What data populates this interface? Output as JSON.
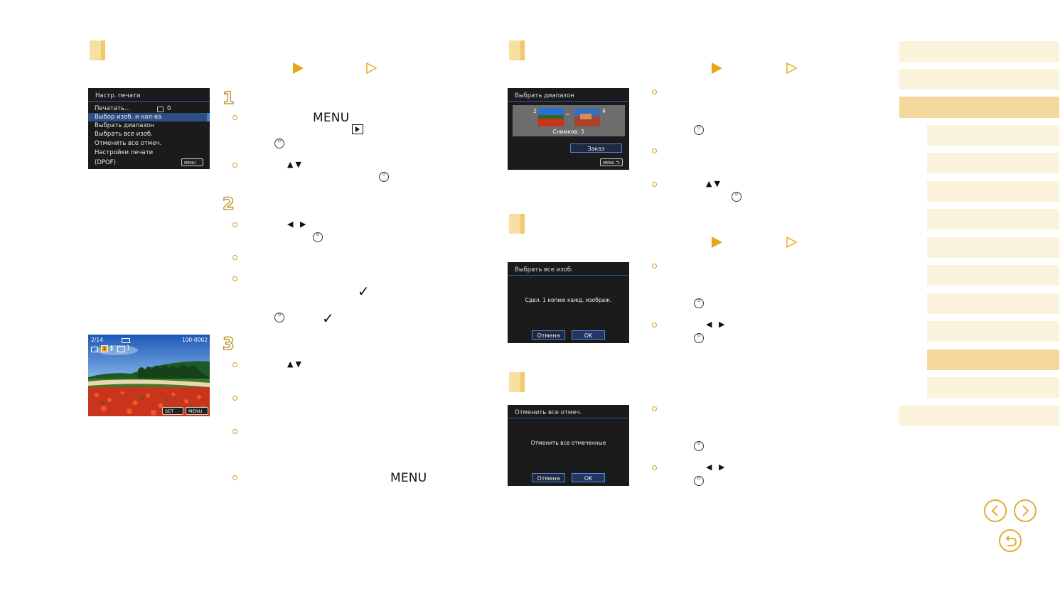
{
  "camera_menu": {
    "title": "Настр. печати",
    "print_label": "Печатать...",
    "print_count": "0",
    "items": [
      "Выбор изоб. и кол-ва",
      "Выбрать диапазон",
      "Выбрать все изоб.",
      "Отменить все отмеч.",
      "Настройки печати"
    ],
    "footer_left": "(DPOF)",
    "footer_badge": "MENU"
  },
  "instructions": {
    "menu_word_1": "MENU",
    "menu_word_2": "MENU",
    "step_1": "1",
    "step_2": "2",
    "step_3": "3",
    "check_mark": "✓"
  },
  "playback_screen": {
    "counter": "2/14",
    "file_number": "100-0002",
    "copies_value": "1",
    "copies_right": "1",
    "set_badge": "SET",
    "ok_badge": "MENU OK"
  },
  "range_screen": {
    "title": "Выбрать диапазон",
    "first_index": "2",
    "last_index": "4",
    "dash": "–",
    "count_label": "Снимков: 3",
    "order_button": "Заказ",
    "footer_badge": "MENU"
  },
  "select_all_screen": {
    "title": "Выбрать все изоб.",
    "message": "Сдел. 1 копию кажд. изображ.",
    "cancel_button": "Отмена",
    "ok_button": "OK"
  },
  "cancel_all_screen": {
    "title": "Отменить все отмеч.",
    "message": "Отменить все отмеченные",
    "cancel_button": "Отмена",
    "ok_button": "OK"
  },
  "icons": {
    "set_icon": "FUNC SET",
    "up_down": "▲▼",
    "left_right": "◀ ▶"
  },
  "colors": {
    "accent": "#e8a712",
    "marker": "#f7dfa1",
    "nav_light": "#fbf2dc",
    "nav_active": "#f4d79a",
    "screen_bg": "#1b1b1b",
    "screen_highlight": "#2f4f86"
  }
}
